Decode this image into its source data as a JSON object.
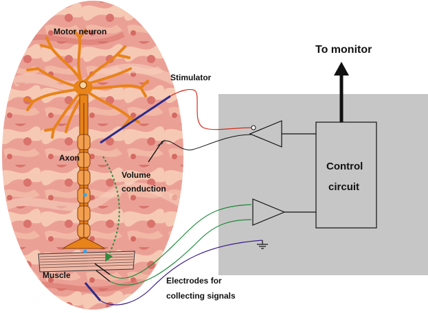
{
  "labels": {
    "motor_neuron": "Motor neuron",
    "axon": "Axon",
    "volume_conduction_1": "Volume",
    "volume_conduction_2": "conduction",
    "muscle": "Muscle",
    "stimulator": "Stimulator",
    "to_monitor": "To monitor",
    "control_circuit_1": "Control",
    "control_circuit_2": "circuit",
    "electrodes_1": "Electrodes for",
    "electrodes_2": "collecting signals"
  },
  "colors": {
    "tissue": "#e8908a",
    "tissue_light": "#f4c2ae",
    "neuron": "#e8831a",
    "neuron_dark": "#8a3d05",
    "panel": "#c6c6c6",
    "stim_wire": "#d42a1a",
    "electrode_wire": "#1e8a3a",
    "ground_wire": "#3a1e8a",
    "probe": "#2a2a8c"
  }
}
